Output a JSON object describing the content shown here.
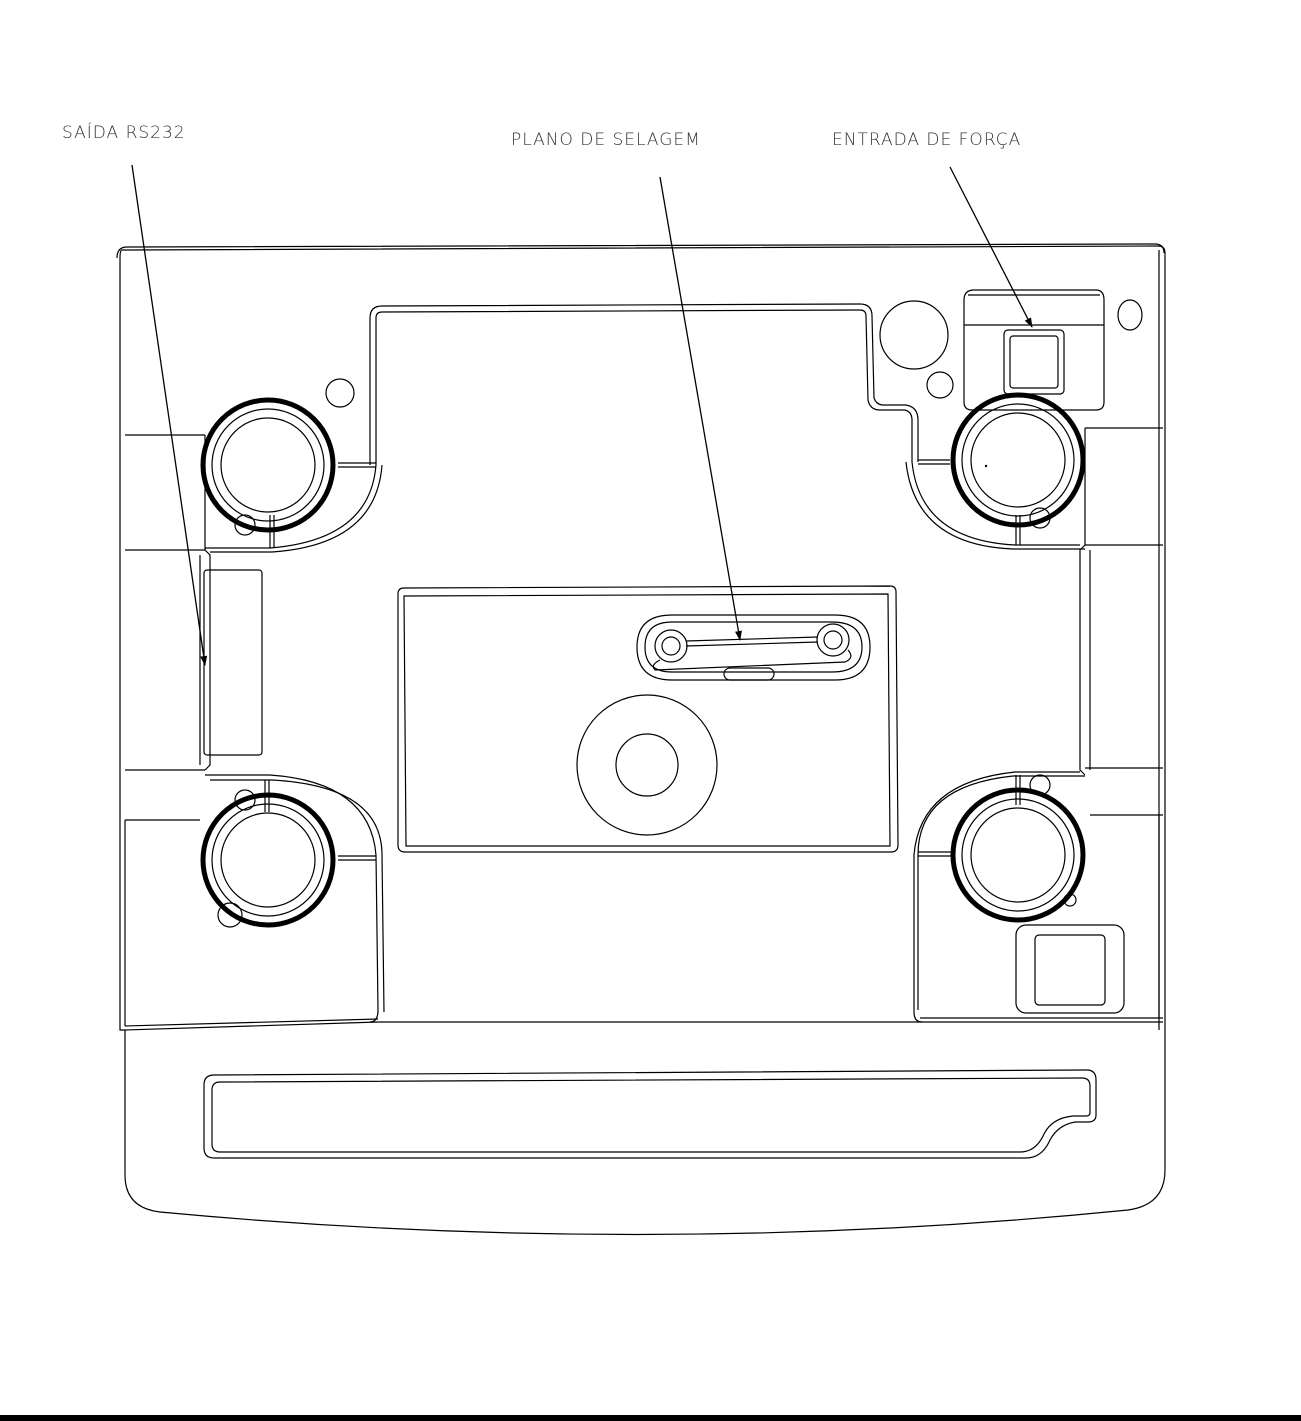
{
  "callouts": {
    "rs232_output": "SAÍDA RS232",
    "sealing_plane": "PLANO DE SELAGEM",
    "power_input": "ENTRADA DE FORÇA"
  },
  "colors": {
    "line": "#000000",
    "background": "#ffffff"
  }
}
